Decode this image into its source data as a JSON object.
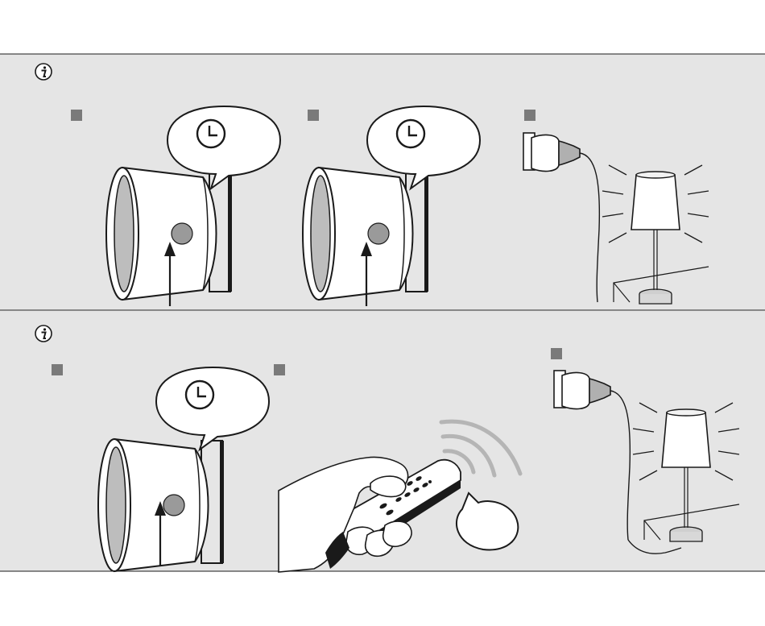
{
  "colors": {
    "panel_background": "#e5e5e5",
    "line": "#1a1a1a",
    "step_marker": "#7a7a7a",
    "button": "#9a9a9a",
    "lamp_glow": "#ffffff",
    "signal_waves": "#b5b5b5"
  },
  "panels": [
    {
      "info_icon": "info-icon",
      "steps": [
        {
          "marker": "step-marker",
          "content": "plug-with-timer-bubble-and-press-arrow"
        },
        {
          "marker": "step-marker",
          "content": "plug-with-timer-bubble-and-press-arrow"
        },
        {
          "marker": "step-marker",
          "content": "plug-connected-to-lit-lamp"
        }
      ]
    },
    {
      "info_icon": "info-icon",
      "steps": [
        {
          "marker": "step-marker",
          "content": "plug-with-timer-bubble-and-press-arrow"
        },
        {
          "marker": "step-marker",
          "content": "hand-pressing-remote-with-signal"
        },
        {
          "marker": "step-marker",
          "content": "plug-connected-to-lit-lamp"
        }
      ]
    }
  ]
}
